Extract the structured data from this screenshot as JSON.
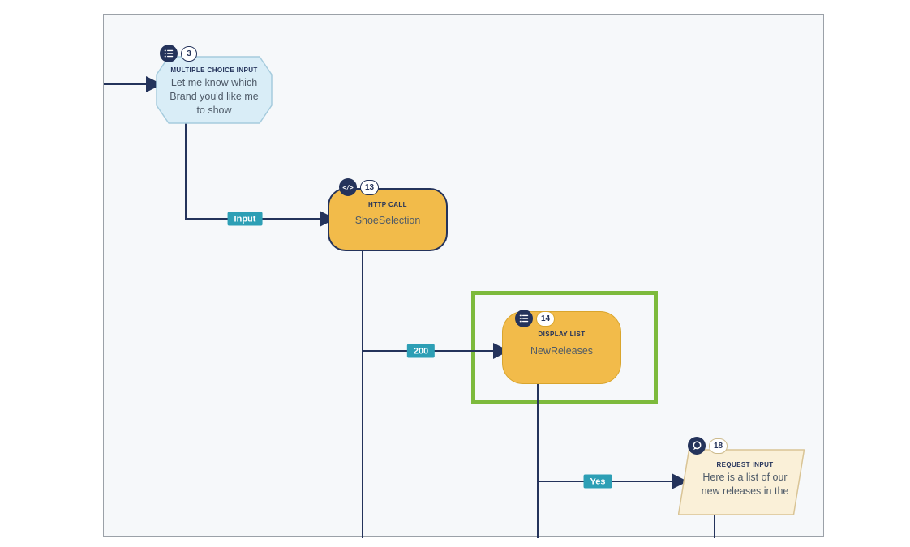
{
  "diagram": {
    "nodes": [
      {
        "badge": "3",
        "type_label": "MULTIPLE CHOICE INPUT",
        "text": "Let me know which Brand you'd like me to show",
        "icon": "list-icon",
        "kind": "multiple-choice-input",
        "selected": false
      },
      {
        "badge": "13",
        "type_label": "HTTP CALL",
        "text": "ShoeSelection",
        "icon": "code-icon",
        "kind": "http-call",
        "selected": false
      },
      {
        "badge": "14",
        "type_label": "DISPLAY LIST",
        "text": "NewReleases",
        "icon": "list-icon",
        "kind": "display-list",
        "selected": true
      },
      {
        "badge": "18",
        "type_label": "REQUEST INPUT",
        "text": "Here is a list of our new releases in the",
        "icon": "chat-icon",
        "kind": "request-input",
        "selected": false
      }
    ],
    "edge_labels": [
      "Input",
      "200",
      "Yes"
    ],
    "colors": {
      "edge": "#24335b",
      "edge_label_bg": "#2d9fb5",
      "node_orange": "#f2bb4a",
      "node_orange_border": "#d9a52d",
      "node_blue_fill": "#d9edf7",
      "node_blue_border": "#a5cbdd",
      "node_cream_fill": "#faf0d8",
      "node_cream_border": "#d9c495",
      "selection_green": "#7dba3c",
      "canvas_bg": "#f6f8fa"
    }
  }
}
